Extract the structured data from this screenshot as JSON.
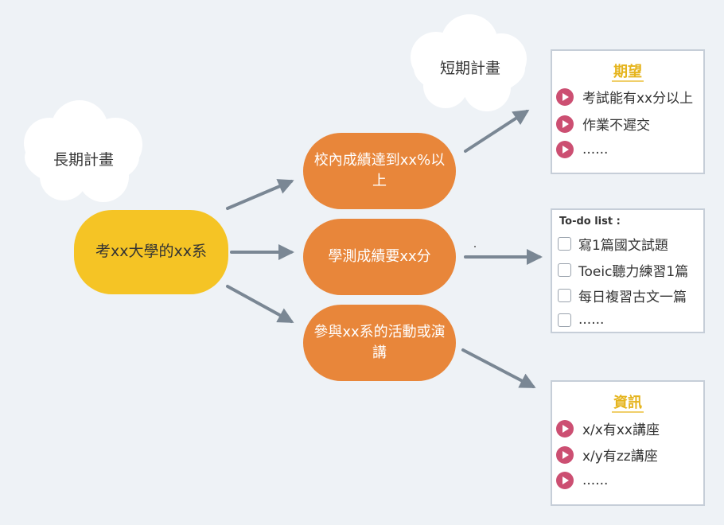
{
  "clouds": {
    "long_term": "長期計畫",
    "short_term": "短期計畫"
  },
  "goal": "考xx大學的xx系",
  "steps": [
    "校內成績達到xx%以上",
    "學測成績要xx分",
    "參與xx系的活動或演講"
  ],
  "expectations": {
    "title": "期望",
    "items": [
      "考試能有xx分以上",
      "作業不遲交",
      "......"
    ]
  },
  "todo": {
    "title": "To-do list :",
    "items": [
      "寫1篇國文試題",
      "Toeic聽力練習1篇",
      "每日複習古文一篇",
      "......"
    ]
  },
  "info": {
    "title": "資訊",
    "items": [
      "x/x有xx講座",
      "x/y有zz講座",
      "......"
    ]
  },
  "colors": {
    "goal": "#f5c425",
    "step": "#e8863a",
    "arrow": "#7a8794",
    "bullet": "#cc4f72",
    "title": "#e5b41d"
  }
}
